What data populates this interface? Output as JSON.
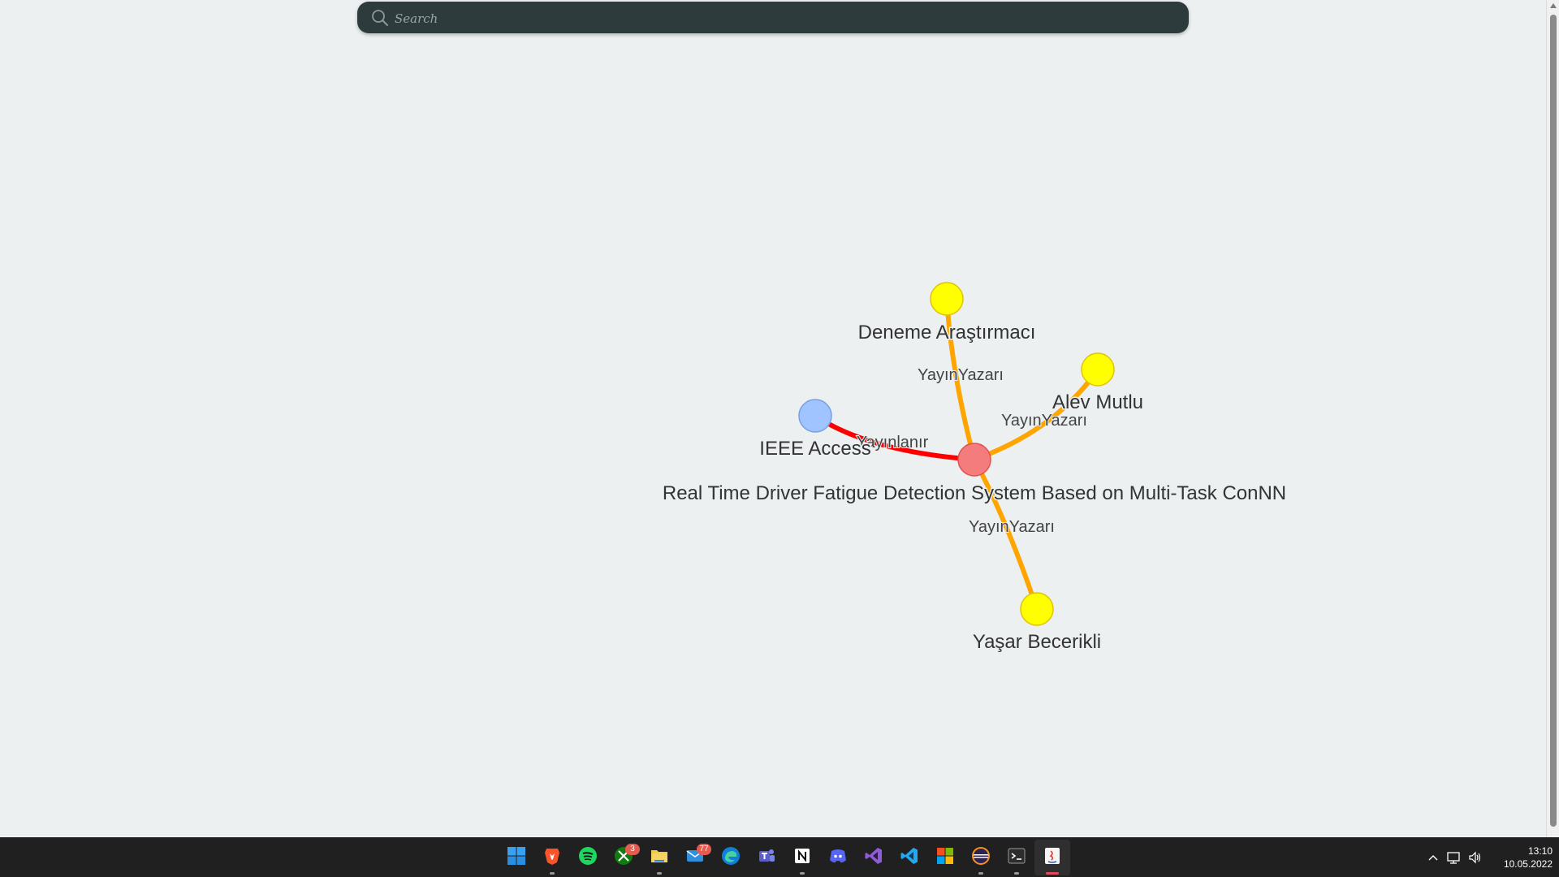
{
  "search": {
    "placeholder": "Search"
  },
  "graph": {
    "nodes": [
      {
        "id": "paper",
        "label": "Real Time Driver Fatigue Detection System Based on Multi-Task ConNN",
        "color": "#f47c7c",
        "type": "paper"
      },
      {
        "id": "deneme",
        "label": "Deneme Araştırmacı",
        "color": "#ffff00",
        "type": "author"
      },
      {
        "id": "alev",
        "label": "Alev Mutlu",
        "color": "#ffff00",
        "type": "author"
      },
      {
        "id": "yasar",
        "label": "Yaşar Becerikli",
        "color": "#ffff00",
        "type": "author"
      },
      {
        "id": "ieee",
        "label": "IEEE Access",
        "color": "#a0c4ff",
        "type": "venue"
      }
    ],
    "edges": [
      {
        "from": "paper",
        "to": "deneme",
        "label": "YayınYazarı",
        "color": "#ffa500"
      },
      {
        "from": "paper",
        "to": "alev",
        "label": "YayınYazarı",
        "color": "#ffa500"
      },
      {
        "from": "paper",
        "to": "yasar",
        "label": "YayınYazarı",
        "color": "#ffa500"
      },
      {
        "from": "paper",
        "to": "ieee",
        "label": "Yayınlanır",
        "color": "#ff0000"
      }
    ]
  },
  "taskbar": {
    "apps": [
      {
        "name": "windows-start-icon"
      },
      {
        "name": "brave-browser-icon",
        "running": true
      },
      {
        "name": "spotify-icon"
      },
      {
        "name": "xbox-icon",
        "badge": "3"
      },
      {
        "name": "file-explorer-icon",
        "running": true
      },
      {
        "name": "mail-icon",
        "badge": "77"
      },
      {
        "name": "edge-browser-icon"
      },
      {
        "name": "teams-icon"
      },
      {
        "name": "notion-icon",
        "running": true
      },
      {
        "name": "discord-icon"
      },
      {
        "name": "visual-studio-icon"
      },
      {
        "name": "vscode-icon"
      },
      {
        "name": "office-app-icon"
      },
      {
        "name": "eclipse-icon",
        "running": true
      },
      {
        "name": "terminal-icon",
        "running": true
      },
      {
        "name": "java-app-icon",
        "active": true
      }
    ],
    "tray": {
      "time": "13:10",
      "date": "10.05.2022"
    }
  }
}
